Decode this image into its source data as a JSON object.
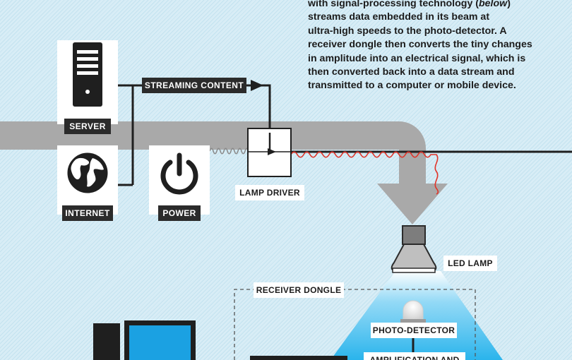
{
  "description_text": {
    "line1_prefix": "with signal-processing technology (",
    "line1_em": "below",
    "line1_suffix": ")",
    "line2": "streams data embedded in its beam at",
    "line3": "ultra-high speeds to the photo-detector. A",
    "line4": "receiver dongle then converts the tiny changes",
    "line5": "in amplitude into an electrical signal, which is",
    "line6": "then converted back into a data stream and",
    "line7": "transmitted to a computer or mobile device."
  },
  "labels": {
    "server": "SERVER",
    "internet": "INTERNET",
    "power": "POWER",
    "streaming": "STREAMING CONTENT",
    "lamp_driver": "LAMP DRIVER",
    "led_lamp": "LED LAMP",
    "receiver_dongle": "RECEIVER DONGLE",
    "photo_detector": "PHOTO-DETECTOR",
    "amplification": "AMPLIFICATION AND"
  },
  "icons": {
    "server": "server-tower-icon",
    "internet": "globe-icon",
    "power": "power-icon",
    "lamp": "led-lamp-icon",
    "detector": "photo-detector-icon",
    "computer": "computer-icon"
  },
  "colors": {
    "background": "#d8edf6",
    "pipe": "#a9a9a9",
    "dark": "#2b2b2b",
    "beam": "#2ab4ec",
    "signal": "#e03328",
    "screen": "#1ba1e2"
  }
}
